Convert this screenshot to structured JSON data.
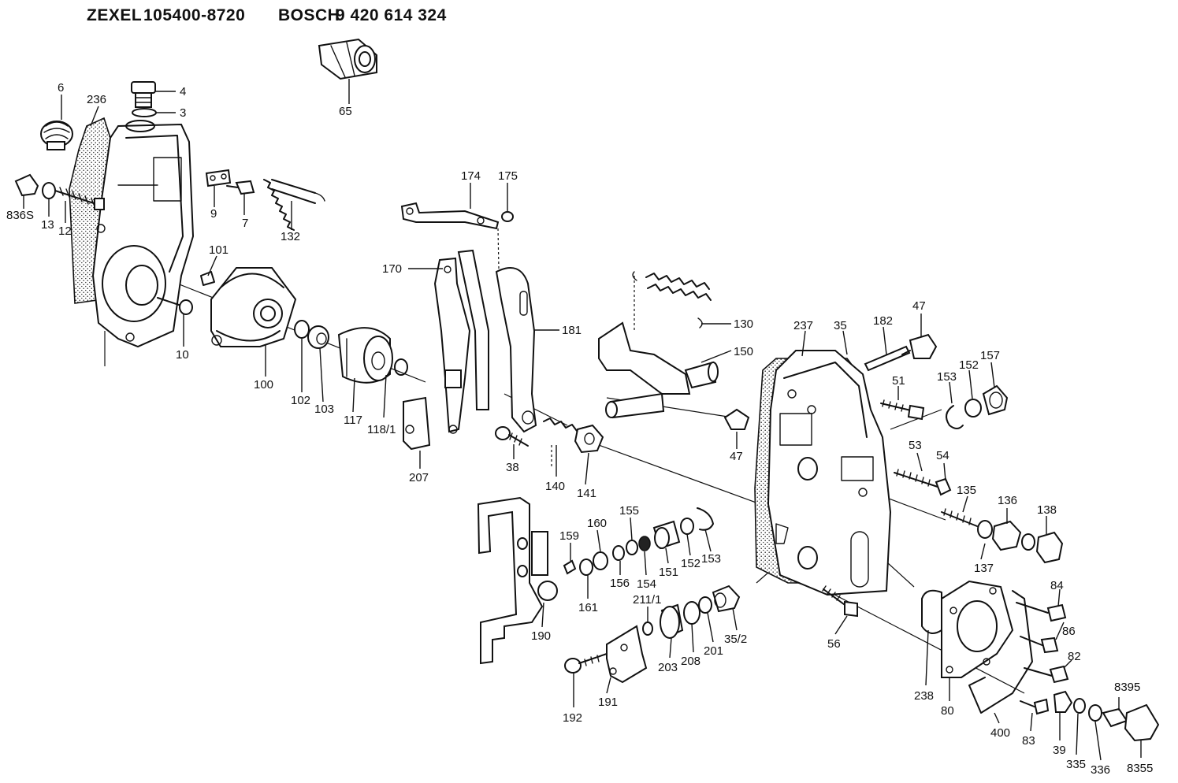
{
  "header": {
    "zexel_brand": "ZEXEL",
    "zexel_part_number": "105400-8720",
    "bosch_brand": "BOSCH",
    "bosch_part_number": "9 420 614 324"
  },
  "callouts": {
    "c65": "65",
    "c4": "4",
    "c3": "3",
    "c6": "6",
    "c236": "236",
    "c9": "9",
    "c7": "7",
    "c132": "132",
    "c174": "174",
    "c175": "175",
    "c836s": "836S",
    "c13": "13",
    "c12": "12",
    "c101": "101",
    "c10": "10",
    "c170": "170",
    "c181": "181",
    "c130": "130",
    "c150": "150",
    "c237": "237",
    "c35": "35",
    "c182": "182",
    "c47a": "47",
    "c157": "157",
    "c152a": "152",
    "c153a": "153",
    "c51": "51",
    "c100": "100",
    "c102": "102",
    "c103": "103",
    "c117": "117",
    "c118_1": "118/1",
    "c207": "207",
    "c38": "38",
    "c140": "140",
    "c141": "141",
    "c47b": "47",
    "c53": "53",
    "c54": "54",
    "c135": "135",
    "c136": "136",
    "c138": "138",
    "c137": "137",
    "c155": "155",
    "c160": "160",
    "c159": "159",
    "c156": "156",
    "c154": "154",
    "c151": "151",
    "c152b": "152",
    "c153b": "153",
    "c161": "161",
    "c190": "190",
    "c211_1": "211/1",
    "c203": "203",
    "c208": "208",
    "c201": "201",
    "c35_2": "35/2",
    "c56": "56",
    "c84": "84",
    "c86": "86",
    "c82": "82",
    "c192": "192",
    "c191": "191",
    "c238": "238",
    "c80": "80",
    "c400": "400",
    "c83": "83",
    "c39": "39",
    "c335": "335",
    "c336": "336",
    "c8395": "8395",
    "c8355": "8355"
  }
}
